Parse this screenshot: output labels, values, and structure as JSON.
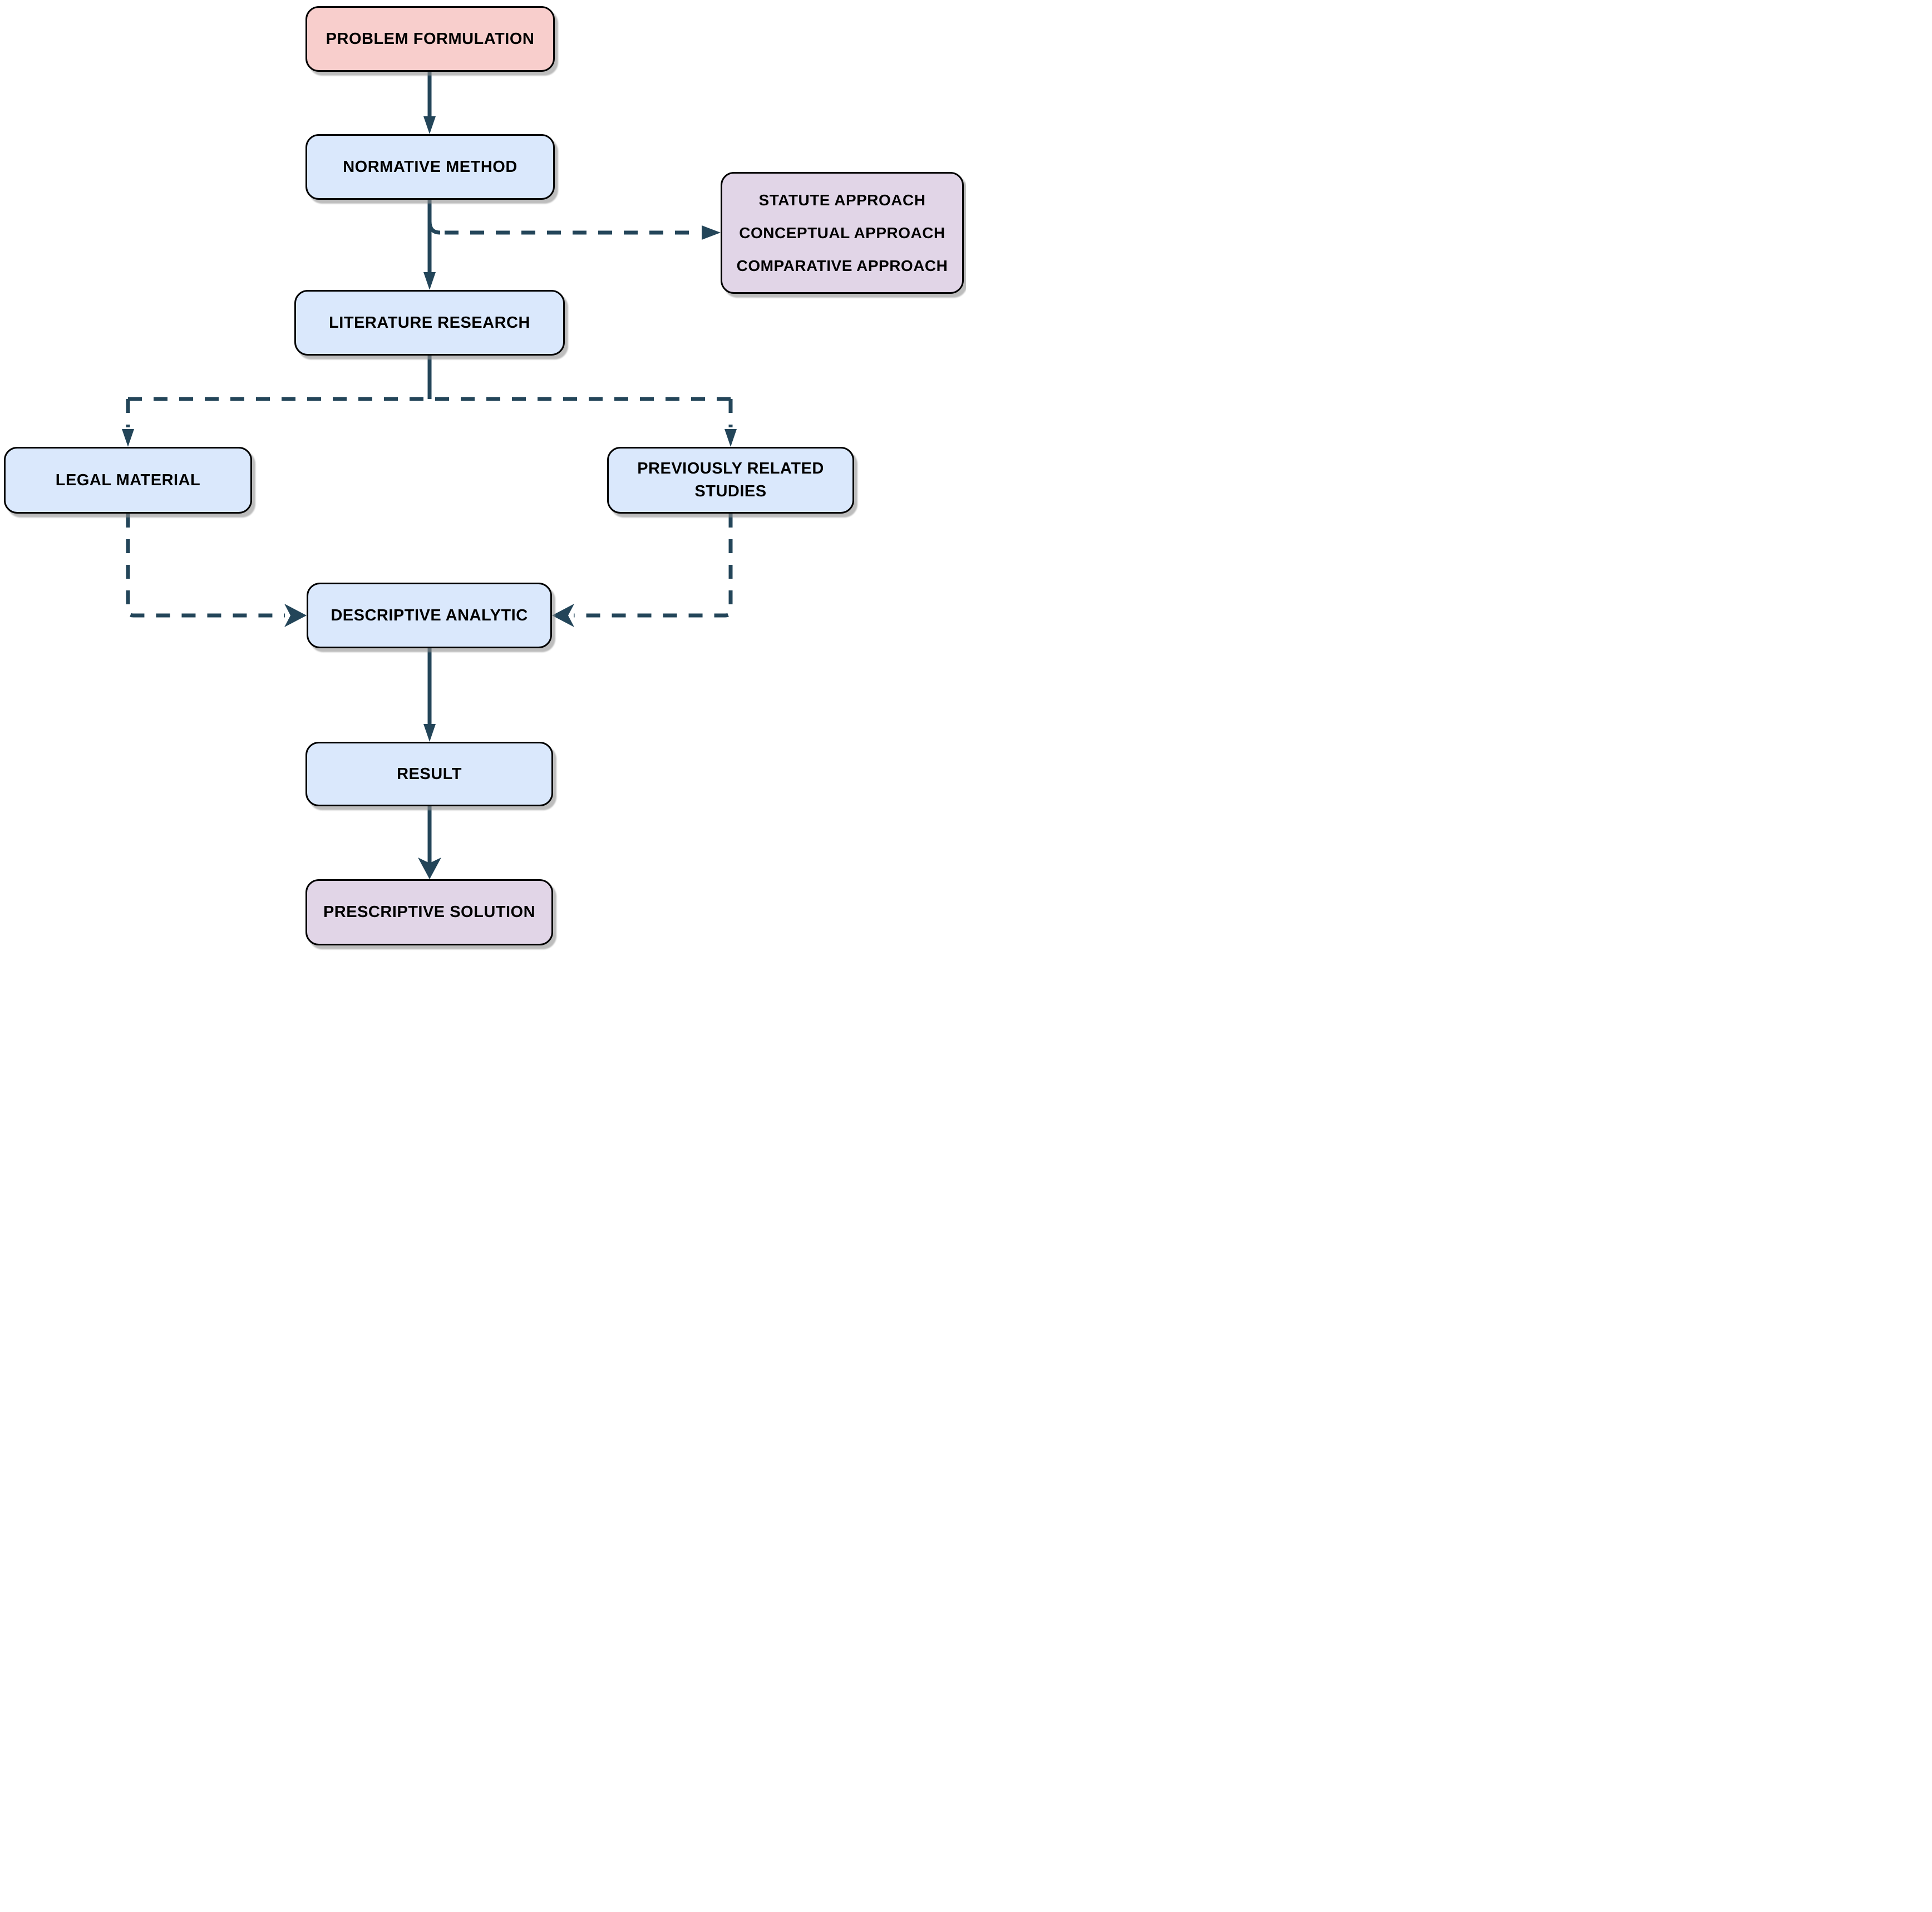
{
  "diagram": {
    "type": "flowchart",
    "background": "#ffffff",
    "connector_color": "#234559",
    "node_border_color": "#000000",
    "nodes": [
      {
        "id": "problem-formulation",
        "label": "PROBLEM FORMULATION",
        "fill": "#f8cecc"
      },
      {
        "id": "normative-method",
        "label": "NORMATIVE METHOD",
        "fill": "#dae8fc"
      },
      {
        "id": "approaches",
        "lines": [
          "STATUTE APPROACH",
          "CONCEPTUAL APPROACH",
          "COMPARATIVE APPROACH"
        ],
        "fill": "#e1d5e7"
      },
      {
        "id": "literature-research",
        "label": "LITERATURE RESEARCH",
        "fill": "#dae8fc"
      },
      {
        "id": "legal-material",
        "label": "LEGAL MATERIAL",
        "fill": "#dae8fc"
      },
      {
        "id": "previously-related-studies",
        "label": "PREVIOUSLY RELATED STUDIES",
        "fill": "#dae8fc"
      },
      {
        "id": "descriptive-analytic",
        "label": "DESCRIPTIVE ANALYTIC",
        "fill": "#dae8fc"
      },
      {
        "id": "result",
        "label": "RESULT",
        "fill": "#dae8fc"
      },
      {
        "id": "prescriptive-solution",
        "label": "PRESCRIPTIVE SOLUTION",
        "fill": "#e1d5e7"
      }
    ],
    "edges": [
      {
        "from": "problem-formulation",
        "to": "normative-method",
        "style": "solid"
      },
      {
        "from": "normative-method",
        "to": "literature-research",
        "style": "solid"
      },
      {
        "from": "normative-method",
        "to": "approaches",
        "style": "dashed"
      },
      {
        "from": "literature-research",
        "to": "legal-material",
        "style": "dashed"
      },
      {
        "from": "literature-research",
        "to": "previously-related-studies",
        "style": "dashed"
      },
      {
        "from": "legal-material",
        "to": "descriptive-analytic",
        "style": "dashed"
      },
      {
        "from": "previously-related-studies",
        "to": "descriptive-analytic",
        "style": "dashed"
      },
      {
        "from": "descriptive-analytic",
        "to": "result",
        "style": "solid"
      },
      {
        "from": "result",
        "to": "prescriptive-solution",
        "style": "solid"
      }
    ]
  }
}
